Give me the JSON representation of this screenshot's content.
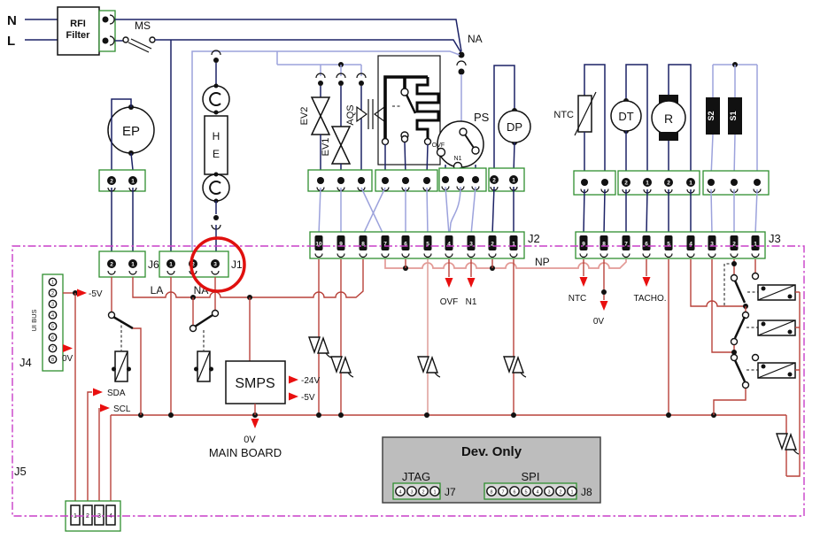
{
  "colors": {
    "navy": "#1c2266",
    "peri": "#9ca2dc",
    "red": "#b8423a",
    "palered": "#dfa49e",
    "pink": "#e39a96",
    "green": "#2f8f2f",
    "magenta": "#c93fc9",
    "arrow": "#e90f0f",
    "circlered": "#e0100e",
    "devgray": "#bdbdbd"
  },
  "labels": {
    "mains_n": "N",
    "mains_l": "L",
    "rfi_line1": "RFI",
    "rfi_line2": "Filter",
    "ms": "MS",
    "na_top": "NA",
    "ep": "EP",
    "he_h": "H",
    "he_e": "E",
    "ev2": "EV2",
    "ev1": "EV1",
    "aqs": "AQS",
    "ps": "PS",
    "ps_ovf": "OVF",
    "ps_n1": "N1",
    "dp": "DP",
    "ntc": "NTC",
    "dt": "DT",
    "r": "R",
    "s2": "S2",
    "s1": "S1",
    "np": "NP",
    "la": "LA",
    "na": "NA",
    "ui_bus": "UI BUS",
    "minus5v_j4": "-5V",
    "zero_v_j4": "0V",
    "sda": "SDA",
    "scl": "SCL",
    "smps": "SMPS",
    "minus24v": "-24V",
    "minus5v_smps": "-5V",
    "zero_v_main": "0V",
    "main_board": "MAIN BOARD",
    "ovf_sig": "OVF",
    "n1_sig": "N1",
    "ntc_sig": "NTC",
    "zero_v_j3": "0V",
    "tacho": "TACHO.",
    "dev_only": "Dev. Only",
    "jtag": "JTAG",
    "spi": "SPI"
  },
  "connectors": {
    "j1": {
      "label": "J1",
      "pins": [
        "1",
        "2",
        "3"
      ]
    },
    "j2": {
      "label": "J2",
      "pins": [
        "10",
        "9",
        "8",
        "7",
        "6",
        "5",
        "4",
        "3",
        "2",
        "1"
      ]
    },
    "j3": {
      "label": "J3",
      "pins": [
        "9",
        "8",
        "7",
        "6",
        "5",
        "4",
        "3",
        "2",
        "1"
      ]
    },
    "j4": {
      "label": "J4",
      "pins": [
        "1",
        "2",
        "3",
        "4",
        "5",
        "6",
        "7",
        "8"
      ]
    },
    "j5": {
      "label": "J5",
      "pins": [
        "1",
        "2",
        "3",
        "4"
      ]
    },
    "j6": {
      "label": "J6",
      "pins": [
        "2",
        "1"
      ]
    },
    "j7": {
      "label": "J7",
      "pins": [
        "4",
        "3",
        "2",
        "1"
      ]
    },
    "j8": {
      "label": "J8",
      "pins": [
        "8",
        "7",
        "6",
        "5",
        "4",
        "3",
        "2",
        "1"
      ]
    },
    "ep": {
      "pins": [
        "2",
        "1"
      ]
    },
    "dp": {
      "pins": [
        "2",
        "1"
      ]
    },
    "dtr": {
      "pins": [
        "2",
        "1",
        "2",
        "1"
      ]
    }
  }
}
